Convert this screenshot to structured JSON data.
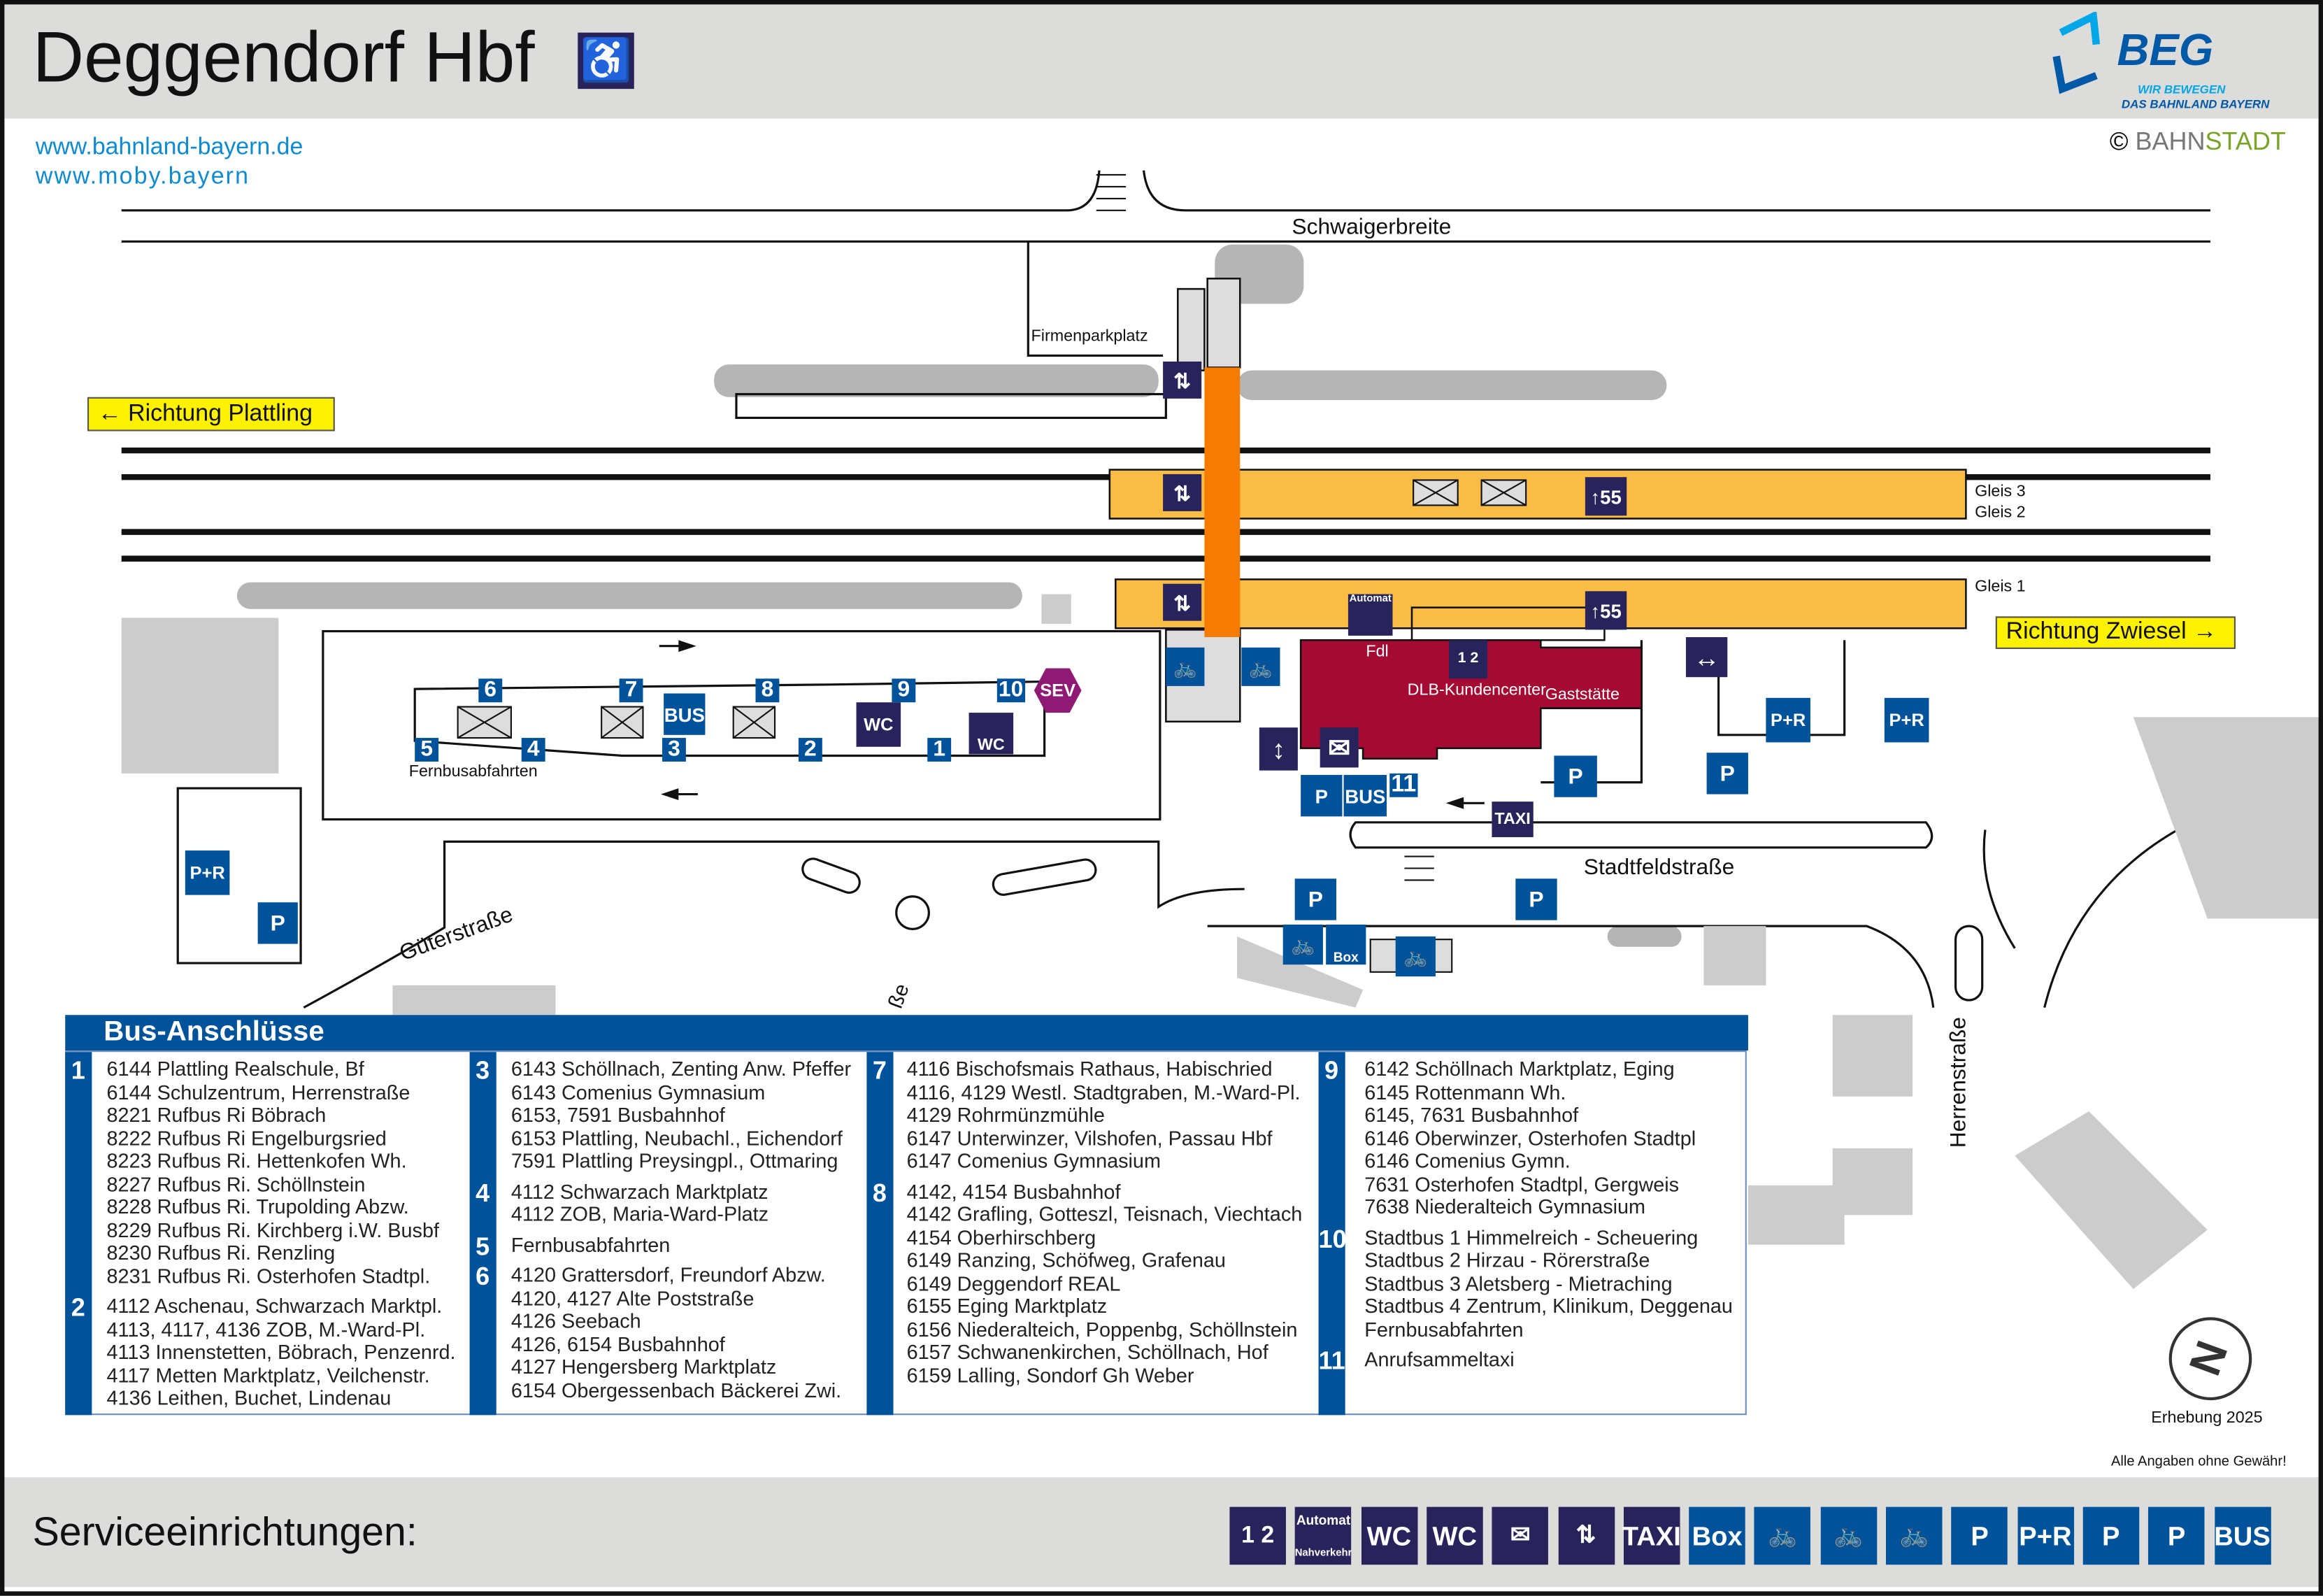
{
  "header": {
    "title": "Deggendorf Hbf",
    "accessibility_icon": "wheelchair-icon",
    "links": [
      "www.bahnland-bayern.de",
      "www.moby.bayern"
    ],
    "logo": {
      "name": "BEG",
      "tagline_1": "WIR BEWEGEN",
      "tagline_2": "DAS BAHNLAND BAYERN"
    },
    "copyright": {
      "symbol": "©",
      "part1": "BAHN",
      "part2": "STADT"
    }
  },
  "map": {
    "streets": {
      "top": "Schwaigerbreite",
      "bottom": "Stadtfeldstraße",
      "left": "Güterstraße",
      "right": "Herrenstraße",
      "partial": "ße"
    },
    "directions": {
      "west": "Richtung Plattling",
      "east": "Richtung Zwiesel"
    },
    "tracks": {
      "gleis3": "Gleis 3",
      "gleis2": "Gleis 2",
      "gleis1": "Gleis 1"
    },
    "labels": {
      "company_parking": "Firmenparkplatz",
      "fernbus": "Fernbusabfahrten",
      "fdl": "Fdl",
      "customer_center": "DLB-Kundencenter",
      "restaurant": "Gaststätte",
      "automat": "Automat",
      "platform_height": "55"
    },
    "bus_bays_top": [
      "6",
      "7",
      "8",
      "9",
      "10"
    ],
    "bus_bays_bottom": [
      "5",
      "4",
      "3",
      "2",
      "1"
    ],
    "bay_11": "11",
    "badges": {
      "bus": "BUS",
      "wc": "WC",
      "sev": "SEV",
      "taxi": "TAXI",
      "pr": "P+R",
      "p": "P",
      "box": "Box"
    },
    "colors": {
      "platform": "#f9bc45",
      "bridge": "#f57c00",
      "building": "#a50a33",
      "navy": "#29235c",
      "blue": "#00539b",
      "sev": "#8e1a74"
    }
  },
  "bus_table": {
    "title": "Bus-Anschlüsse",
    "columns": [
      [
        {
          "num": "1",
          "lines": [
            "6144 Plattling Realschule, Bf",
            "6144 Schulzentrum, Herrenstraße",
            "8221 Rufbus Ri Böbrach",
            "8222 Rufbus Ri Engelburgsried",
            "8223 Rufbus Ri. Hettenkofen Wh.",
            "8227 Rufbus Ri. Schöllnstein",
            "8228 Rufbus Ri. Trupolding Abzw.",
            "8229 Rufbus Ri. Kirchberg i.W. Busbf",
            "8230 Rufbus Ri. Renzling",
            "8231 Rufbus Ri. Osterhofen Stadtpl."
          ]
        },
        {
          "num": "2",
          "lines": [
            "4112 Aschenau, Schwarzach Marktpl.",
            "4113, 4117, 4136 ZOB, M.-Ward-Pl.",
            "4113 Innenstetten, Böbrach, Penzenrd.",
            "4117 Metten Marktplatz, Veilchenstr.",
            "4136 Leithen, Buchet, Lindenau"
          ]
        }
      ],
      [
        {
          "num": "3",
          "lines": [
            "6143 Schöllnach, Zenting Anw. Pfeffer",
            "6143 Comenius Gymnasium",
            "6153, 7591 Busbahnhof",
            "6153 Plattling, Neubachl., Eichendorf",
            "7591 Plattling Preysingpl., Ottmaring"
          ]
        },
        {
          "num": "4",
          "lines": [
            "4112 Schwarzach Marktplatz",
            "4112 ZOB, Maria-Ward-Platz"
          ]
        },
        {
          "num": "5",
          "lines": [
            "Fernbusabfahrten"
          ]
        },
        {
          "num": "6",
          "lines": [
            "4120 Grattersdorf, Freundorf Abzw.",
            "4120, 4127 Alte Poststraße",
            "4126 Seebach",
            "4126, 6154 Busbahnhof",
            "4127 Hengersberg Marktplatz",
            "6154 Obergessenbach Bäckerei Zwi."
          ]
        }
      ],
      [
        {
          "num": "7",
          "lines": [
            "4116 Bischofsmais Rathaus, Habischried",
            "4116, 4129 Westl. Stadtgraben, M.-Ward-Pl.",
            "4129 Rohrmünzmühle",
            "6147 Unterwinzer, Vilshofen, Passau Hbf",
            "6147 Comenius Gymnasium"
          ]
        },
        {
          "num": "8",
          "lines": [
            "4142, 4154 Busbahnhof",
            "4142 Grafling, Gotteszl, Teisnach, Viechtach",
            "4154 Oberhirschberg",
            "6149 Ranzing, Schöfweg, Grafenau",
            "6149 Deggendorf REAL",
            "6155 Eging Marktplatz",
            "6156 Niederalteich, Poppenbg, Schöllnstein",
            "6157 Schwanenkirchen, Schöllnach, Hof",
            "6159 Lalling, Sondorf Gh Weber"
          ]
        }
      ],
      [
        {
          "num": "9",
          "lines": [
            "6142 Schöllnach Marktplatz, Eging",
            "6145 Rottenmann Wh.",
            "6145, 7631 Busbahnhof",
            "6146 Oberwinzer, Osterhofen Stadtpl",
            "6146 Comenius Gymn.",
            "7631 Osterhofen Stadtpl, Gergweis",
            "7638 Niederalteich Gymnasium"
          ]
        },
        {
          "num": "10",
          "lines": [
            "Stadtbus 1 Himmelreich - Scheuering",
            "Stadtbus 2 Hirzau - Rörerstraße",
            "Stadtbus 3 Aletsberg - Mietraching",
            "Stadtbus 4 Zentrum, Klinikum, Deggenau",
            "Fernbusabfahrten"
          ]
        },
        {
          "num": "11",
          "lines": [
            "Anrufsammeltaxi"
          ]
        }
      ]
    ]
  },
  "survey": "Erhebung 2025",
  "disclaimer": "Alle Angaben ohne Gewähr!",
  "compass": "N",
  "footer": {
    "title": "Serviceeinrichtungen:",
    "icons": [
      {
        "name": "ticket-counter-icon",
        "text": "",
        "color": "navy"
      },
      {
        "name": "ticket-machine-icon",
        "text": "Automat",
        "sub": "Nahverkehr",
        "color": "navy"
      },
      {
        "name": "accessible-wc-icon",
        "text": "WC",
        "color": "navy"
      },
      {
        "name": "wc-icon",
        "text": "WC",
        "color": "navy"
      },
      {
        "name": "mailbox-icon",
        "text": "",
        "color": "navy"
      },
      {
        "name": "stairs-up-down-icon",
        "text": "",
        "color": "navy"
      },
      {
        "name": "taxi-icon",
        "text": "TAXI",
        "color": "navy"
      },
      {
        "name": "bike-box-icon",
        "text": "Box",
        "color": "blue"
      },
      {
        "name": "covered-bike-parking-icon",
        "text": "",
        "color": "blue"
      },
      {
        "name": "bike-parking-icon",
        "text": "",
        "color": "blue"
      },
      {
        "name": "e-bike-charging-icon",
        "text": "",
        "color": "blue"
      },
      {
        "name": "disabled-parking-icon",
        "text": "P",
        "color": "blue"
      },
      {
        "name": "park-and-ride-icon",
        "text": "P+R",
        "color": "blue"
      },
      {
        "name": "short-term-parking-icon",
        "text": "P",
        "color": "blue"
      },
      {
        "name": "ev-charging-parking-icon",
        "text": "P",
        "color": "blue"
      },
      {
        "name": "bus-icon",
        "text": "BUS",
        "color": "blue"
      }
    ]
  }
}
